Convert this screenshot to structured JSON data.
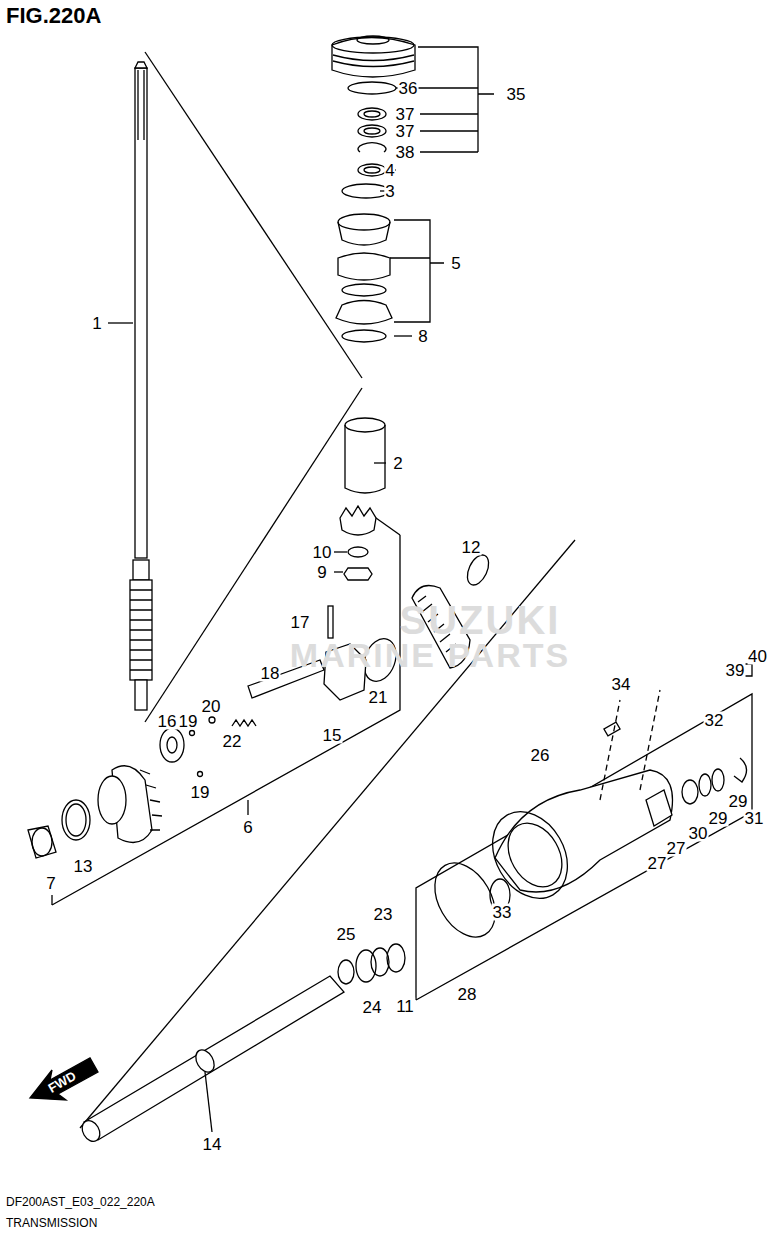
{
  "diagram": {
    "title": "FIG.220A",
    "caption": "TRANSMISSION",
    "labels": [
      "36",
      "35",
      "37",
      "37",
      "38",
      "4",
      "3",
      "5",
      "8",
      "1",
      "2",
      "12",
      "10",
      "9",
      "17",
      "18",
      "21",
      "15",
      "20",
      "16",
      "19",
      "19",
      "22",
      "6",
      "7",
      "13",
      "34",
      "26",
      "39",
      "40",
      "32",
      "31",
      "29",
      "29",
      "30",
      "27",
      "27",
      "33",
      "28",
      "25",
      "23",
      "24",
      "11",
      "14",
      "FWD",
      "SUZUKI",
      "MARINE PARTS",
      "DF200AST_E03_022_220A"
    ]
  }
}
